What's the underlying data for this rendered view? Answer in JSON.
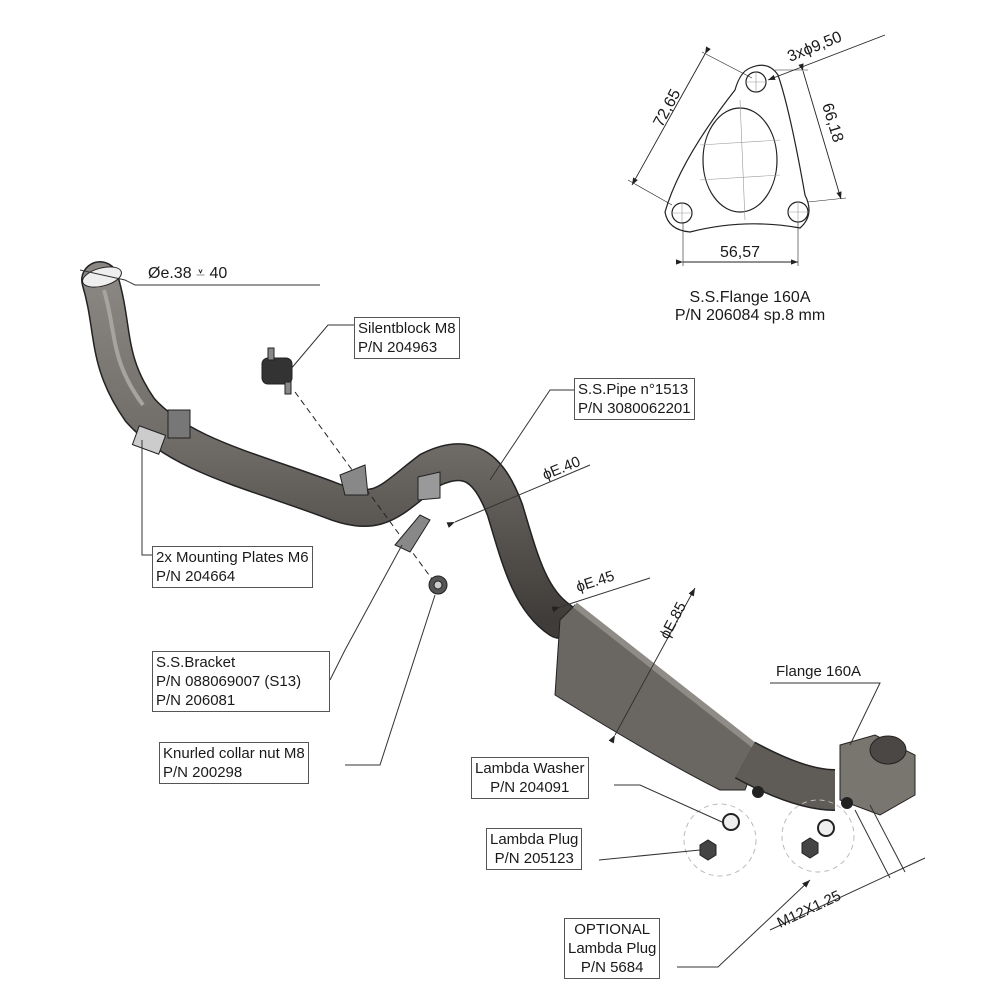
{
  "flange_drawing": {
    "dim_holes": "3xϕ9,50",
    "dim_side_left": "72,65",
    "dim_side_right": "66,18",
    "dim_bottom": "56,57",
    "title_line1": "S.S.Flange  160A",
    "title_line2": "P/N 206084 sp.8 mm"
  },
  "inlet_dimension": "Øe.38 ⩡ 40",
  "dimensions": {
    "pipe_e40": "ϕE.40",
    "pipe_e45": "ϕE.45",
    "cat_e85": "ϕE.85",
    "thread": "M12X1.25"
  },
  "callouts": {
    "silentblock": {
      "line1": "Silentblock  M8",
      "line2": "P/N 204963"
    },
    "pipe": {
      "line1": "S.S.Pipe n°1513",
      "line2": "P/N 3080062201"
    },
    "mounting_plates": {
      "line1": "2x Mounting  Plates M6",
      "line2": "P/N 204664"
    },
    "bracket": {
      "line1": "S.S.Bracket",
      "line2": "P/N 088069007 (S13)",
      "line3": "P/N 206081"
    },
    "knurled_nut": {
      "line1": "Knurled collar nut M8",
      "line2": "P/N 200298"
    },
    "flange": {
      "line1": "Flange 160A"
    },
    "lambda_washer": {
      "line1": "Lambda  Washer",
      "line2": "P/N 204091"
    },
    "lambda_plug": {
      "line1": "Lambda  Plug",
      "line2": "P/N 205123"
    },
    "optional_plug": {
      "line1": "OPTIONAL",
      "line2": "Lambda  Plug",
      "line3": "P/N 5684"
    }
  }
}
